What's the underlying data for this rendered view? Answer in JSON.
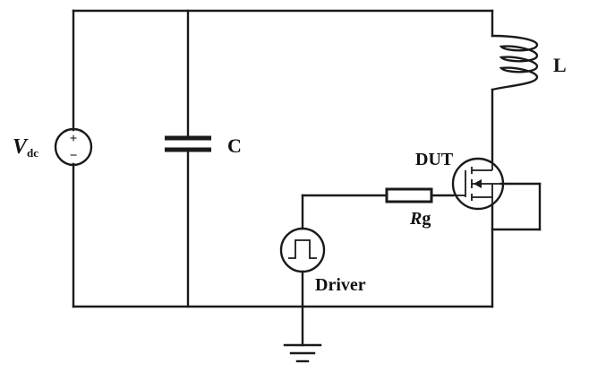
{
  "labels": {
    "vsource_main": "V",
    "vsource_sub": "dc",
    "vsource_plus": "+",
    "vsource_minus": "−",
    "capacitor": "C",
    "inductor": "L",
    "device": "DUT",
    "resistor_main": "R",
    "resistor_sub": "g",
    "driver": "Driver"
  },
  "colors": {
    "wire": "#1a1a1a",
    "background": "#ffffff"
  }
}
